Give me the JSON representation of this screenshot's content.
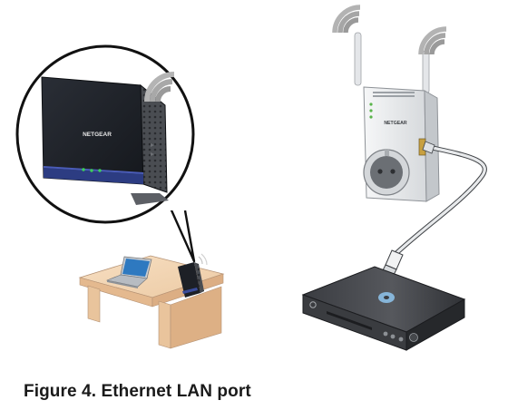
{
  "figure": {
    "caption": "Figure 4. Ethernet LAN port",
    "router_brand": "NETGEAR",
    "extender_brand": "NETGEAR"
  },
  "icons": {
    "router_wifi": "wifi-signal-icon",
    "antenna_wifi": "wifi-signal-icon",
    "bluray": "blu-ray-disc-icon"
  },
  "colors": {
    "router_body": "#1e2229",
    "router_accent": "#2f3f86",
    "table_top": "#f3d6b6",
    "table_side": "#e3b88f",
    "device_body": "#2b2d31",
    "extender_body": "#eceef0",
    "signal": "#9a9a9a"
  }
}
